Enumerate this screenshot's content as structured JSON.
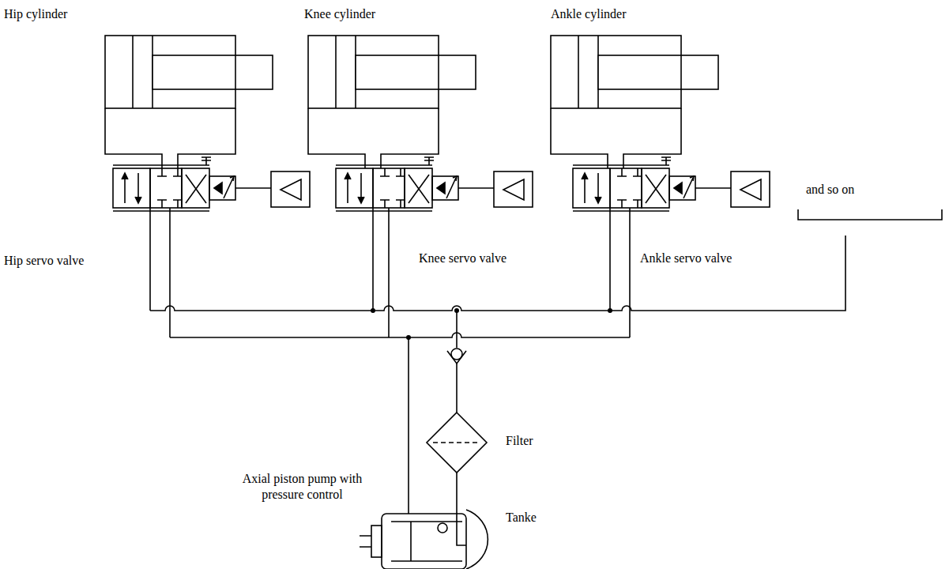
{
  "diagram": {
    "labels": [
      "Hip cylinder",
      "Knee cylinder",
      "Ankle cylinder",
      "and so on",
      "Hip servo valve",
      "Knee servo valve",
      "Ankle servo valve",
      "Filter",
      "Axial piston pump with pressure control",
      "Tanke"
    ]
  }
}
